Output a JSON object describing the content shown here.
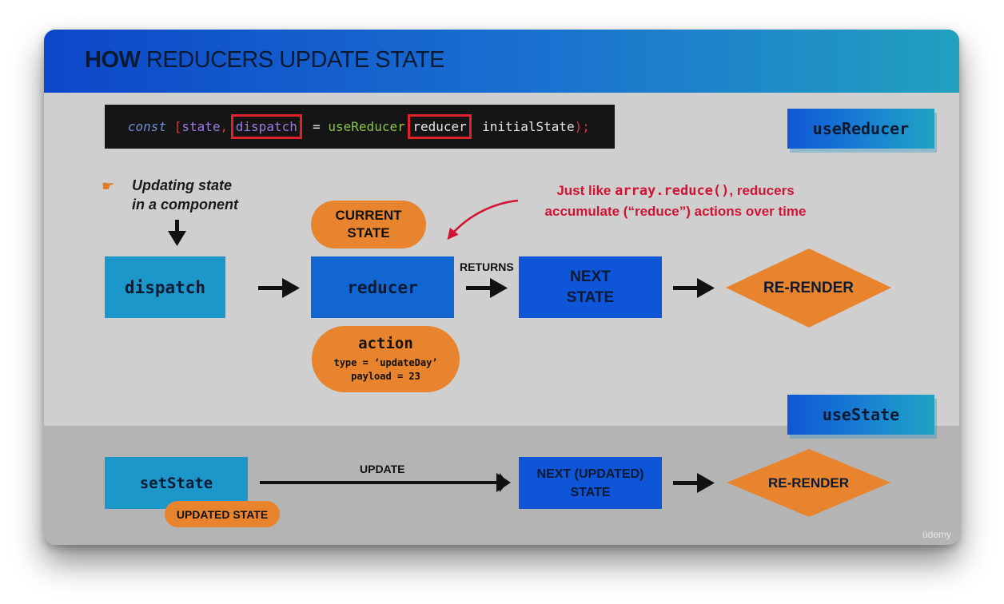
{
  "title": {
    "bold": "HOW",
    "rest": "REDUCERS UPDATE STATE"
  },
  "code_line": {
    "const": "const",
    "open": " [",
    "state": "state",
    "comma1": ", ",
    "dispatch": "dispatch",
    "close": "]",
    "equals": " = ",
    "fn": "useReducer",
    "paren_open": "(",
    "reducer": "reducer",
    "comma2": ", ",
    "initial": "initialState",
    "paren_close": ");"
  },
  "tags": {
    "use_reducer": "useReducer",
    "use_state": "useState"
  },
  "note": {
    "line1": "Updating state",
    "line2": "in a component"
  },
  "reducer_flow": {
    "dispatch": "dispatch",
    "reducer": "reducer",
    "current_state": {
      "line1": "CURRENT",
      "line2": "STATE"
    },
    "action": {
      "title": "action",
      "type": "type = ‘updateDay’",
      "payload": "payload = 23"
    },
    "returns": "RETURNS",
    "next_state": {
      "line1": "NEXT",
      "line2": "STATE"
    },
    "rerender": "RE-RENDER"
  },
  "red_note": {
    "part1": "Just like ",
    "code": "array.reduce()",
    "part2": ", reducers",
    "line2_plain": "accumulate (“reduce”) ",
    "line2_bold": "actions over time"
  },
  "state_flow": {
    "set_state": "setState",
    "updated_state": "UPDATED STATE",
    "update": "UPDATE",
    "next_updated": {
      "line1": "NEXT (UPDATED)",
      "line2": "STATE"
    },
    "rerender": "RE-RENDER"
  },
  "watermark": "ūdemy",
  "colors": {
    "orange": "#e8842d",
    "teal": "#1b98c9",
    "blue": "#1166d2",
    "red": "#d11434"
  }
}
